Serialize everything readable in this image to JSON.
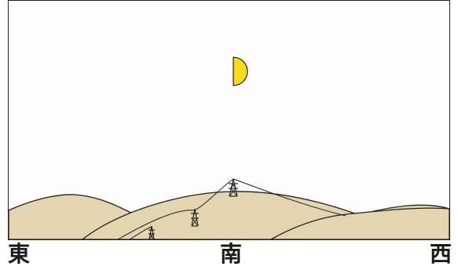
{
  "directions": {
    "east": "東",
    "south": "南",
    "west": "西"
  },
  "colors": {
    "hill_fill": "#e3d5b0",
    "moon_fill": "#f7dc1e",
    "line": "#222222",
    "sky": "#fdfdfd"
  },
  "moon": {
    "phase": "first-quarter",
    "lit_side": "right"
  },
  "towers": {
    "count": 3
  }
}
